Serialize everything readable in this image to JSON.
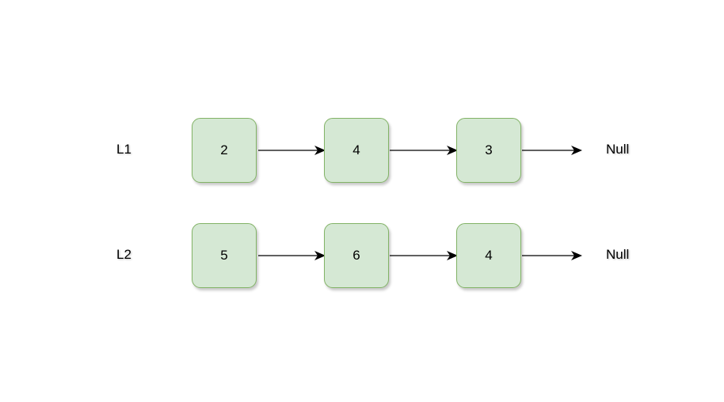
{
  "colors": {
    "node_fill": "#d5e8d4",
    "node_border": "#82b366",
    "edge": "#000000"
  },
  "lists": [
    {
      "label": "L1",
      "nodes": [
        "2",
        "4",
        "3"
      ],
      "terminal": "Null"
    },
    {
      "label": "L2",
      "nodes": [
        "5",
        "6",
        "4"
      ],
      "terminal": "Null"
    }
  ]
}
